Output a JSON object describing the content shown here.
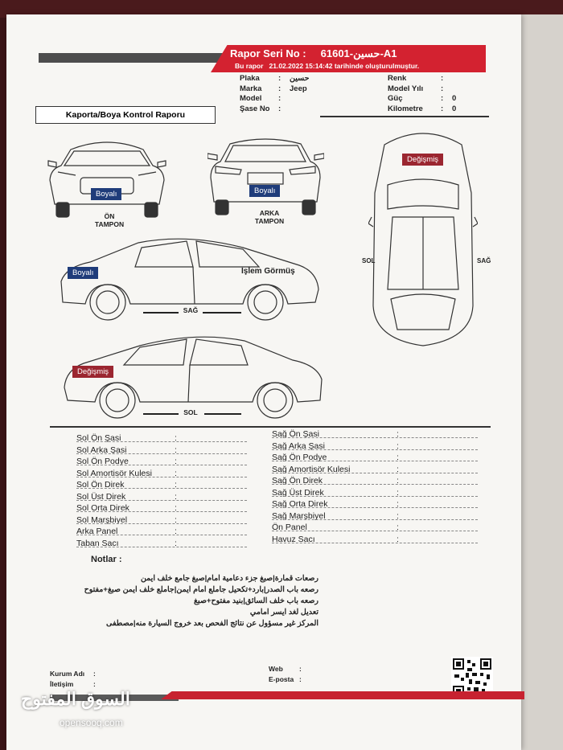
{
  "header": {
    "seri_label": "Rapor Seri No :",
    "seri_value": "61601-حسين-A1",
    "bu_rapor": "Bu rapor",
    "date": "21.02.2022 15:14:42",
    "suffix": "tarihinde oluşturulmuştur."
  },
  "vehicle_left": [
    {
      "label": "Plaka",
      "value": "حسين"
    },
    {
      "label": "Marka",
      "value": "Jeep"
    },
    {
      "label": "Model",
      "value": ""
    },
    {
      "label": "Şase No",
      "value": ""
    }
  ],
  "vehicle_right": [
    {
      "label": "Renk",
      "value": ""
    },
    {
      "label": "Model Yılı",
      "value": ""
    },
    {
      "label": "Güç",
      "value": "0"
    },
    {
      "label": "Kilometre",
      "value": "0"
    }
  ],
  "section_title": "Kaporta/Boya Kontrol Raporu",
  "views": {
    "front_label": "ÖN\nTAMPON",
    "rear_label": "ARKA\nTAMPON",
    "right_label": "SAĞ",
    "left_label": "SOL",
    "top_sol": "SOL",
    "top_sag": "SAĞ"
  },
  "tags": {
    "front": "Boyalı",
    "rear": "Boyalı",
    "top": "Değişmiş",
    "right_rear": "Boyalı",
    "right_front": "İşlem Görmüş",
    "left_front": "Değişmiş"
  },
  "checklist_left": [
    "Sol Ön Şasi",
    "Sol Arka Şasi",
    "Sol Ön Podye",
    "Sol Amortisör Kulesi",
    "Sol Ön Direk",
    "Sol Üst Direk",
    "Sol Orta Direk",
    "Sol Marşbiyel",
    "Arka Panel",
    "Taban Sacı"
  ],
  "checklist_right": [
    "Sağ Ön Şasi",
    "Sağ Arka Şasi",
    "Sağ Ön Podye",
    "Sağ Amortisör Kulesi",
    "Sağ Ön Direk",
    "Sağ Üst Direk",
    "Sağ Orta Direk",
    "Sağ Marşbiyel",
    "Ön Panel",
    "Havuz Sacı"
  ],
  "notes_title": "Notlar :",
  "notes_lines": [
    "رصعات قمارة|صبغ جزء دعامية امام|صبغ جامع خلف ايمن",
    "رصعه باب الصدر|بارد+تكحيل جاملع امام ايمن|جاملع خلف ايمن صبغ+مفتوح",
    "رصعه باب خلف السائق|بنيد مفتوح+صبغ",
    "تعديل لغد ايسر امامي",
    "المركز غير مسؤول عن نتائج الفحص بعد خروج السيارة منه|مصطفى"
  ],
  "footer": {
    "kurum": "Kurum Adı",
    "iletisim": "İletişim",
    "web": "Web",
    "eposta": "E-posta"
  },
  "watermark": {
    "arabic": "السوق المفتوح",
    "latin": "opensooq.com"
  },
  "colors": {
    "brand_red": "#d32230",
    "tag_blue": "#1f3c7a",
    "tag_red": "#9b2630"
  }
}
